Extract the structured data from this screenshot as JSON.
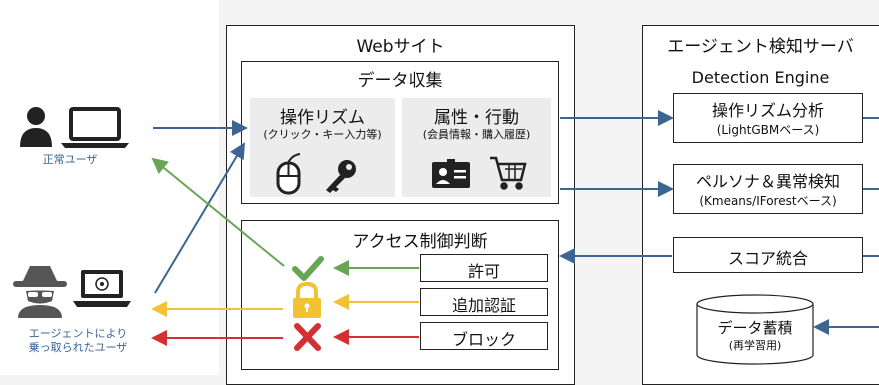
{
  "users": {
    "normal_label": "正常ユーザ",
    "hijacked_label": "エージェントにより\n乗っ取られたユーザ"
  },
  "website": {
    "title": "Webサイト",
    "collection": {
      "title": "データ収集",
      "operation": {
        "title": "操作リズム",
        "subtitle": "(クリック・キー入力等)"
      },
      "attributes": {
        "title": "属性・行動",
        "subtitle": "(会員情報・購入履歴)"
      }
    },
    "access": {
      "title": "アクセス制御判断",
      "options": [
        "許可",
        "追加認証",
        "ブロック"
      ]
    }
  },
  "server": {
    "title": "エージェント検知サーバ",
    "engine": "Detection Engine",
    "analysis": {
      "title": "操作リズム分析",
      "subtitle": "(LightGBMベース)"
    },
    "persona": {
      "title": "ペルソナ＆異常検知",
      "subtitle": "(Kmeans/IForestベース)"
    },
    "score": "スコア統合",
    "storage": {
      "title": "データ蓄積",
      "subtitle": "(再学習用)"
    }
  },
  "colors": {
    "blue": "#3c6592",
    "green": "#68a656",
    "yellow": "#f2c233",
    "red": "#d33131"
  },
  "icons": [
    "user-icon",
    "laptop-icon",
    "hacker-icon",
    "robot-laptop-icon",
    "mouse-icon",
    "key-icon",
    "id-card-icon",
    "cart-icon",
    "check-icon",
    "lock-icon",
    "cross-icon",
    "database-icon"
  ]
}
